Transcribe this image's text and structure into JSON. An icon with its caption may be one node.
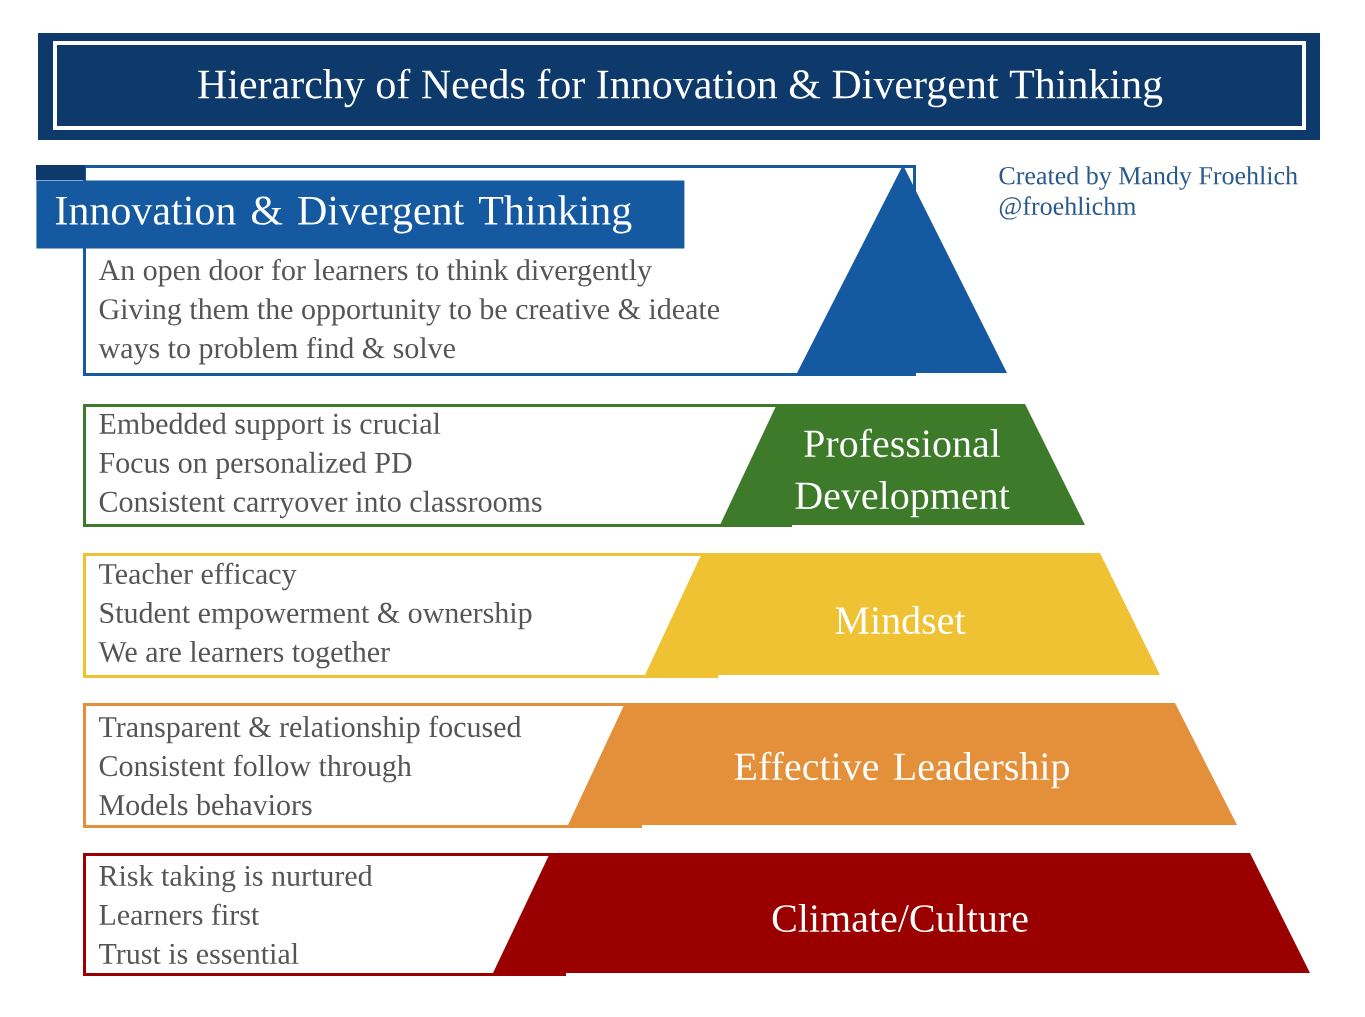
{
  "diagram": {
    "title": "Hierarchy of Needs for Innovation & Divergent Thinking",
    "nodes": [
      {
        "text": [
          "Innovation & Divergent Thinking"
        ]
      },
      {
        "text": [
          "An open door for learners to think divergently",
          "Giving them the opportunity to be creative & ideate ways to problem find & solve"
        ]
      },
      {
        "text": [],
        "shape": "triangle"
      },
      {
        "text": [
          "Embedded support is crucial",
          "Focus on personalized PD",
          "Consistent carryover into classrooms"
        ]
      },
      {
        "text": [
          "Professional Development"
        ]
      },
      {
        "text": [
          "Teacher efficacy",
          "Student empowerment & ownership",
          "We are learners together"
        ]
      },
      {
        "text": [
          "Mindset"
        ]
      },
      {
        "text": [
          "Transparent & relationship focused",
          "Consistent follow through",
          "Models behaviors"
        ]
      },
      {
        "text": [
          "Effective Leadership"
        ]
      },
      {
        "text": [
          "Risk taking is nurtured",
          "Learners first",
          "Trust is essential"
        ]
      },
      {
        "text": [
          "Climate/Culture"
        ]
      }
    ],
    "edges": [],
    "labels": [
      "Created by Mandy Froehlich",
      "@froehlichm"
    ]
  }
}
